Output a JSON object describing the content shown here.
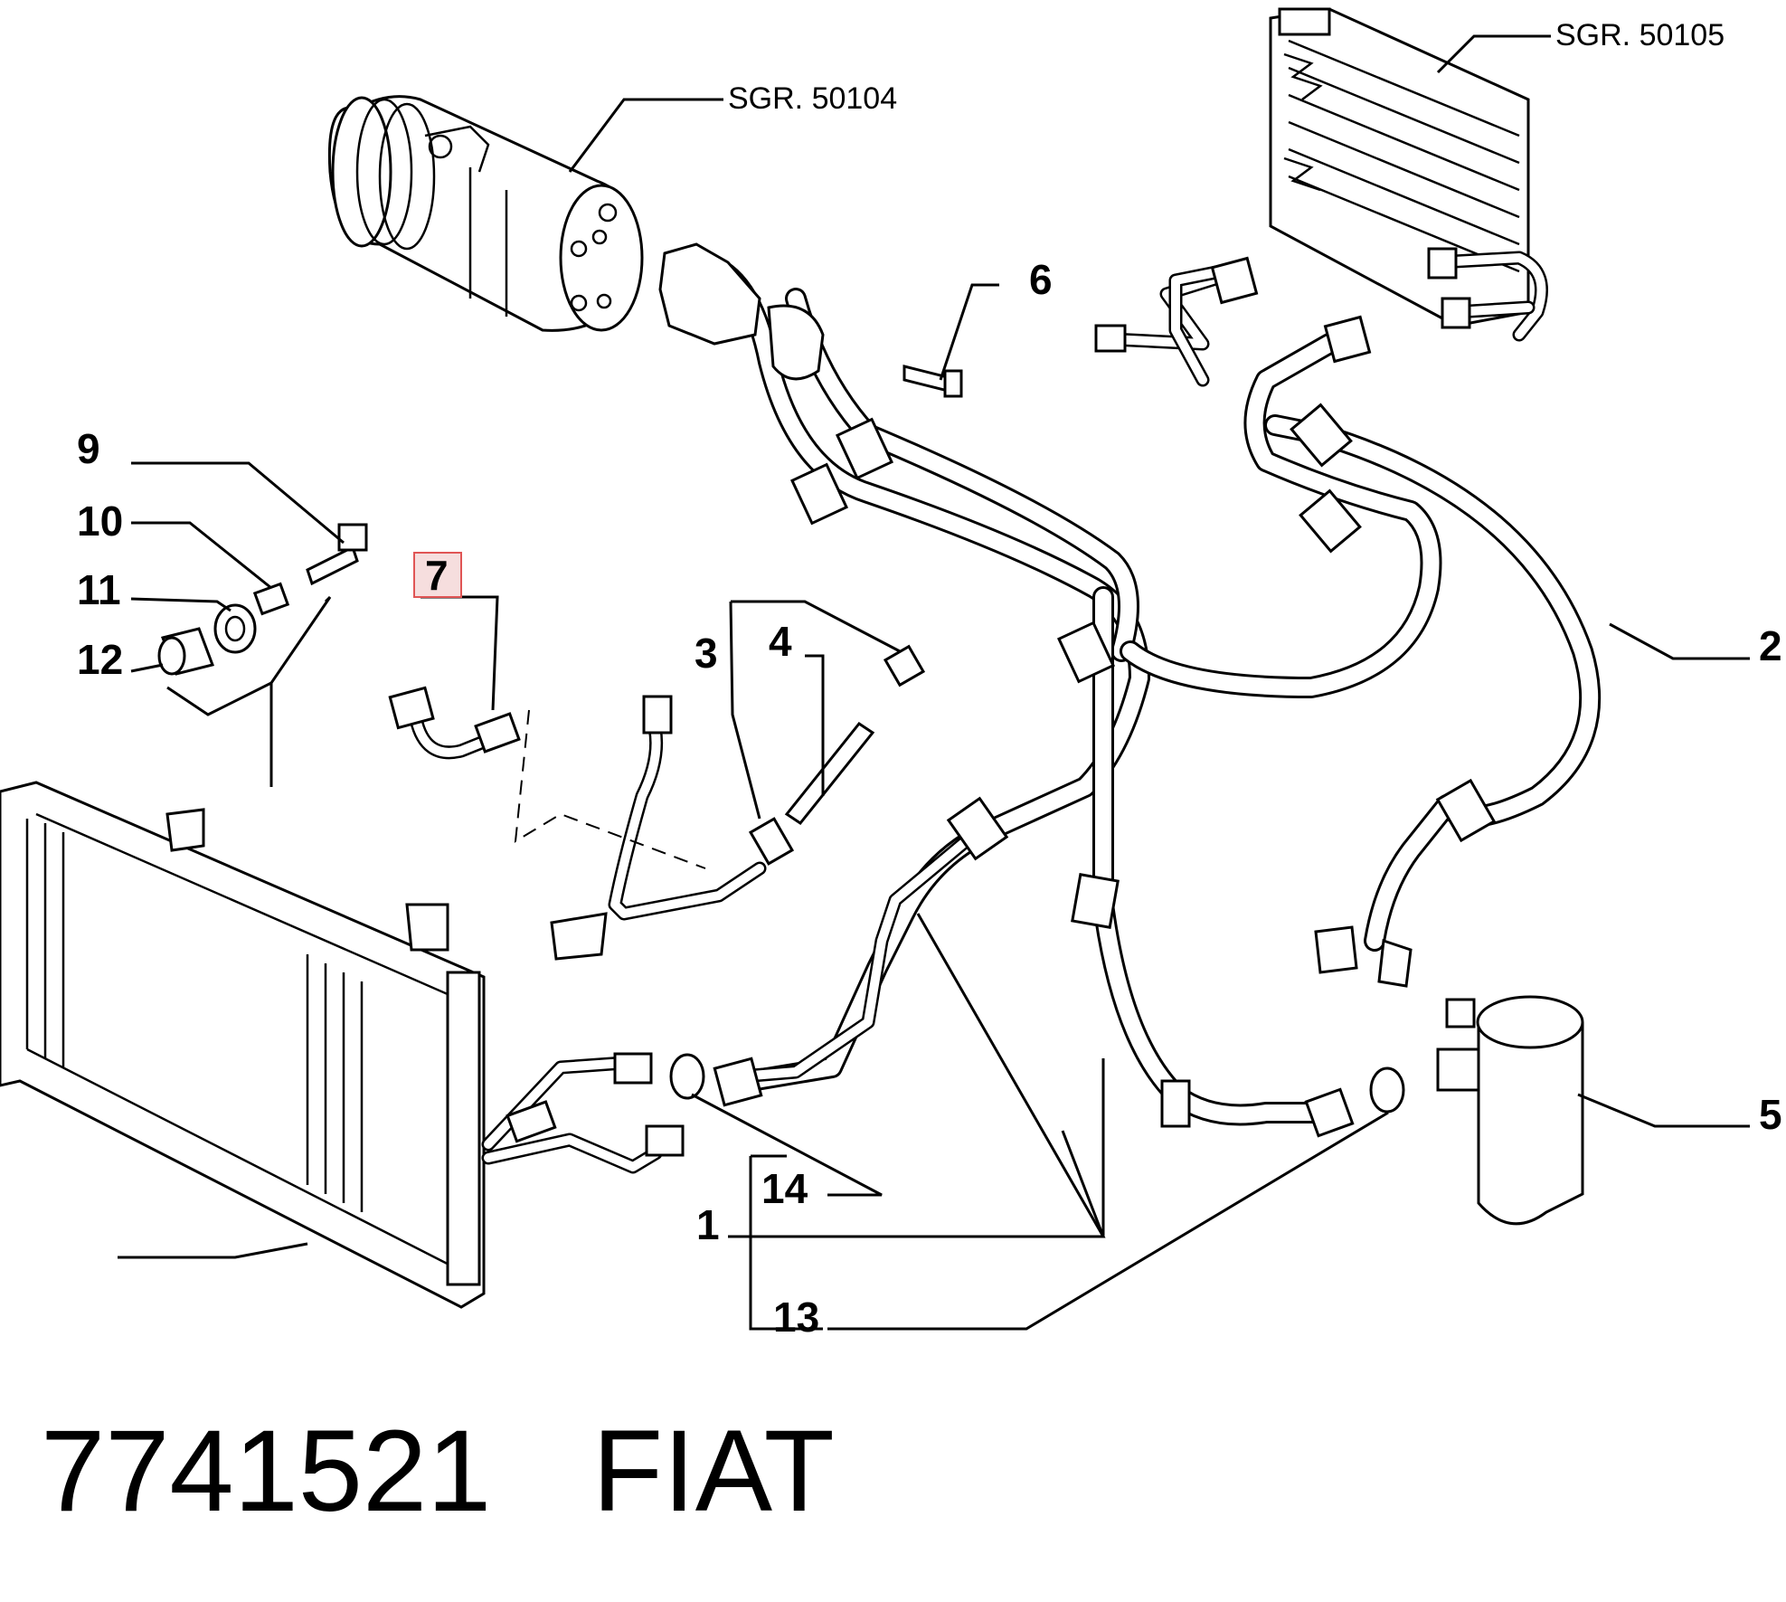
{
  "diagram": {
    "callouts": {
      "c1": "1",
      "c2": "2",
      "c3": "3",
      "c4": "4",
      "c5": "5",
      "c6": "6",
      "c7": "7",
      "c9": "9",
      "c10": "10",
      "c11": "11",
      "c12": "12",
      "c13": "13",
      "c14": "14"
    },
    "group_refs": {
      "compressor": "SGR. 50104",
      "evaporator": "SGR. 50105"
    },
    "highlighted_callout": "7",
    "highlight_color": "#e05555"
  },
  "footer": {
    "part_number": "7741521",
    "brand": "FIAT"
  }
}
